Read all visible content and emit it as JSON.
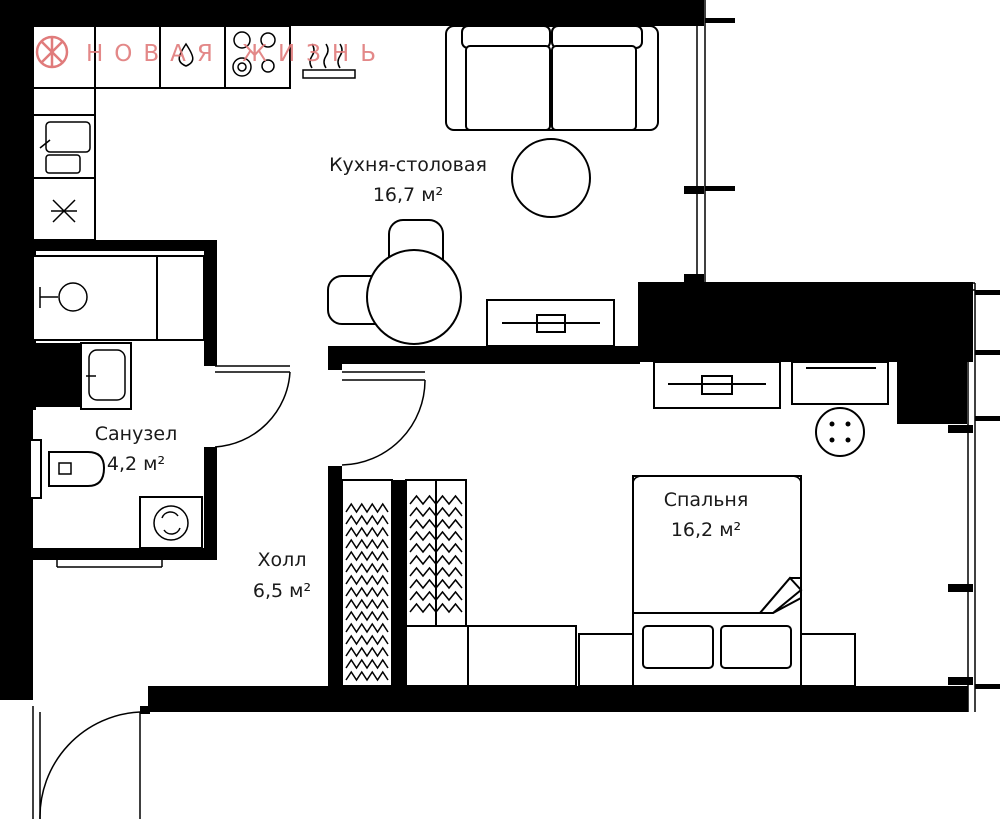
{
  "brand": {
    "name": "НОВАЯ ЖИЗНЬ",
    "color": "#e07b7b"
  },
  "rooms": {
    "kitchen": {
      "name": "Кухня-столовая",
      "area": "16,7 м²"
    },
    "bathroom": {
      "name": "Санузел",
      "area": "4,2 м²"
    },
    "hall": {
      "name": "Холл",
      "area": "6,5 м²"
    },
    "bedroom": {
      "name": "Спальня",
      "area": "16,2 м²"
    }
  },
  "icons": [
    "brand-logo-icon",
    "sink-icon",
    "stove-icon",
    "oven-icon",
    "fan-icon",
    "toilet-icon",
    "washing-machine-icon",
    "shower-icon"
  ]
}
